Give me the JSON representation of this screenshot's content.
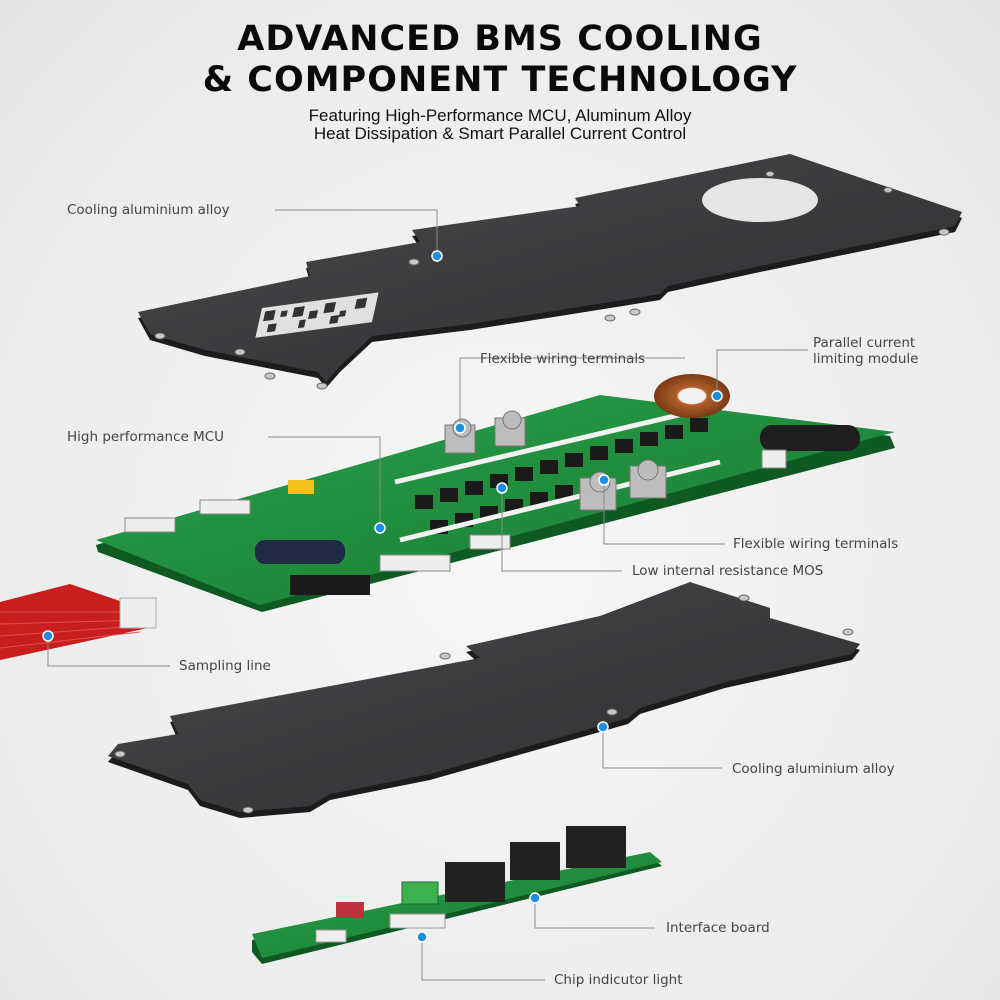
{
  "header": {
    "title_line1": "ADVANCED BMS COOLING",
    "title_line2": "& COMPONENT TECHNOLOGY",
    "subtitle_line1": "Featuring High-Performance MCU, Aluminum Alloy",
    "subtitle_line2": "Heat Dissipation & Smart Parallel Current Control"
  },
  "callouts": {
    "cooling_top": "Cooling aluminium alloy",
    "wiring_top": "Flexible wiring terminals",
    "parallel_line1": "Parallel current",
    "parallel_line2": "limiting module",
    "mcu": "High performance MCU",
    "wiring_mid": "Flexible wiring terminals",
    "mos": "Low internal resistance MOS",
    "sampling": "Sampling line",
    "cooling_bottom": "Cooling aluminium alloy",
    "interface": "Interface board",
    "indicator": "Chip indicutor light"
  },
  "colors": {
    "marker": "#1e8fe0",
    "leader": "#8a8a8a",
    "plate": "#3a3a3c",
    "pcb": "#1f8a3a"
  }
}
